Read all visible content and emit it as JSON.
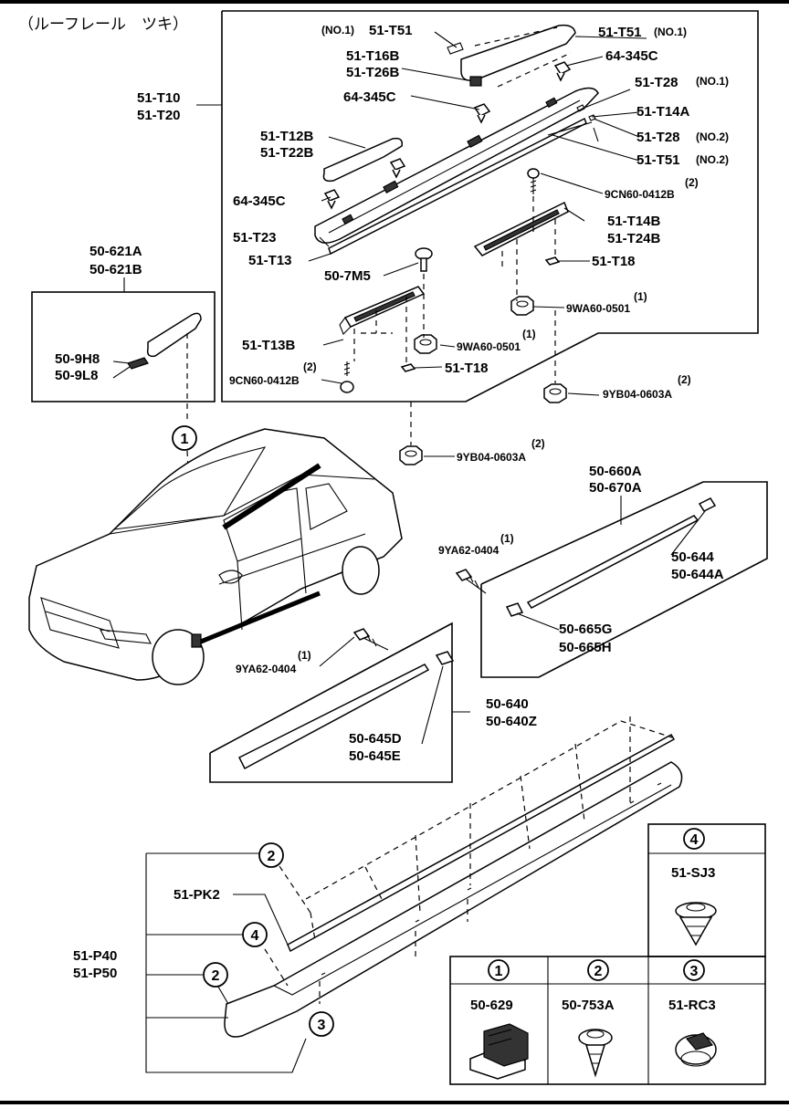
{
  "title": "（ルーフレール　ツキ）",
  "roof_labels": {
    "no1_a": "(NO.1)",
    "t51_a": "51-T51",
    "t51_b": "51-T51",
    "no1_b": "(NO.1)",
    "t16b": "51-T16B",
    "t26b": "51-T26B",
    "c345_top": "64-345C",
    "c345_mid": "64-345C",
    "t28_a": "51-T28",
    "no1_c": "(NO.1)",
    "t10": "51-T10",
    "t20": "51-T20",
    "t14a": "51-T14A",
    "t12b": "51-T12B",
    "t22b": "51-T22B",
    "t28_b": "51-T28",
    "no2_a": "(NO.2)",
    "t51_c": "51-T51",
    "no2_b": "(NO.2)",
    "c345_low": "64-345C",
    "cn_right": "9CN60-0412B",
    "q2_a": "(2)",
    "t23": "51-T23",
    "t14b": "51-T14B",
    "t24b": "51-T24B",
    "t13": "51-T13",
    "m5": "50-7M5",
    "t18_a": "51-T18",
    "wa_right": "9WA60-0501",
    "q1_a": "(1)",
    "t13b": "51-T13B",
    "wa_left": "9WA60-0501",
    "q1_b": "(1)",
    "t18_b": "51-T18",
    "cn_left": "9CN60-0412B",
    "q2_b": "(2)",
    "yb_right": "9YB04-0603A",
    "q2_c": "(2)",
    "yb_center": "9YB04-0603A",
    "q2_d": "(2)"
  },
  "left_labels": {
    "p621a": "50-621A",
    "p621b": "50-621B",
    "h8": "50-9H8",
    "l8": "50-9L8"
  },
  "door_labels": {
    "p660a": "50-660A",
    "p670a": "50-670A",
    "ya_a": "9YA62-0404",
    "q1_c": "(1)",
    "p644": "50-644",
    "p644a": "50-644A",
    "p665g": "50-665G",
    "p665h": "50-665H",
    "ya_b": "9YA62-0404",
    "q1_d": "(1)",
    "p640": "50-640",
    "p640z": "50-640Z",
    "p645d": "50-645D",
    "p645e": "50-645E"
  },
  "sill_labels": {
    "pk2": "51-PK2",
    "p40": "51-P40",
    "p50": "51-P50"
  },
  "callouts": [
    "1",
    "2",
    "3",
    "4"
  ],
  "clip_table": {
    "c1_num": "1",
    "c1_part": "50-629",
    "c2_num": "2",
    "c2_part": "50-753A",
    "c3_num": "3",
    "c3_part": "51-RC3",
    "c4_num": "4",
    "c4_part": "51-SJ3"
  }
}
